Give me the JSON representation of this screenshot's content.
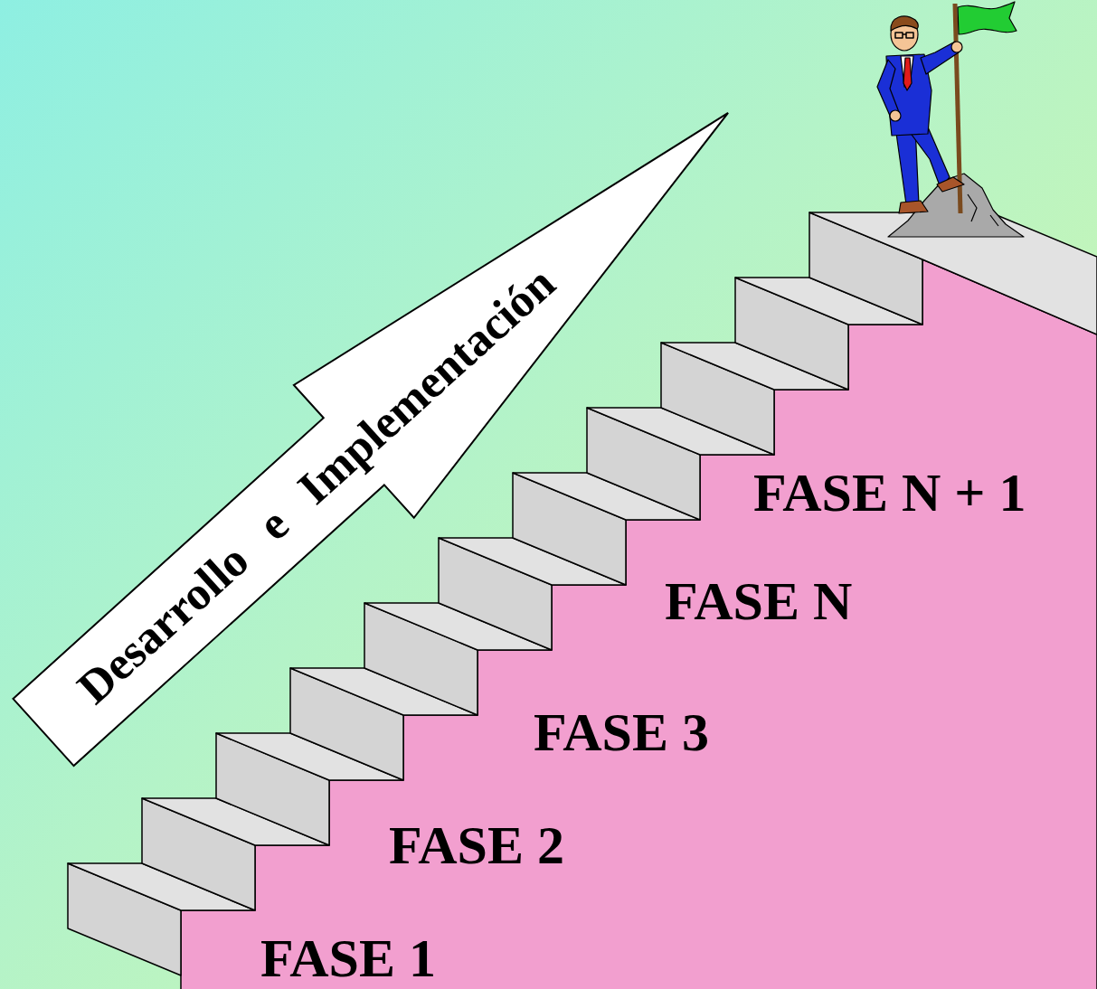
{
  "diagram": {
    "nodes": [
      {
        "text": [
          "Desarrollo e Implementación"
        ]
      }
    ],
    "labels": [
      "FASE 1",
      "FASE 2",
      "FASE 3",
      "FASE N",
      "FASE N + 1"
    ]
  }
}
